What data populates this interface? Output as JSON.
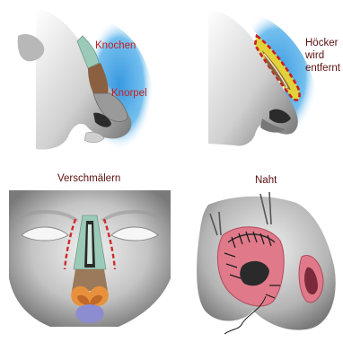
{
  "panels": {
    "top_left": {
      "label_bone": "Knochen",
      "label_cartilage": "Knorpel"
    },
    "top_right": {
      "label_line1": "Höcker",
      "label_line2": "wird",
      "label_line3": "entfernt"
    },
    "bottom_left": {
      "title": "Verschmälern"
    },
    "bottom_right": {
      "title": "Naht"
    }
  },
  "colors": {
    "skin_shadow": "#9a9a9a",
    "blue_background": "#4aa8e6",
    "bone_teal": "#9ccab8",
    "cartilage_brown": "#8a6040",
    "tip_orange": "#e8913c",
    "hump_yellow": "#e2d23a",
    "incision_red": "#d02a2a",
    "tissue_pink": "#e07a8a",
    "columella_purple": "#8c8cd0",
    "label_red": "#c62020"
  }
}
